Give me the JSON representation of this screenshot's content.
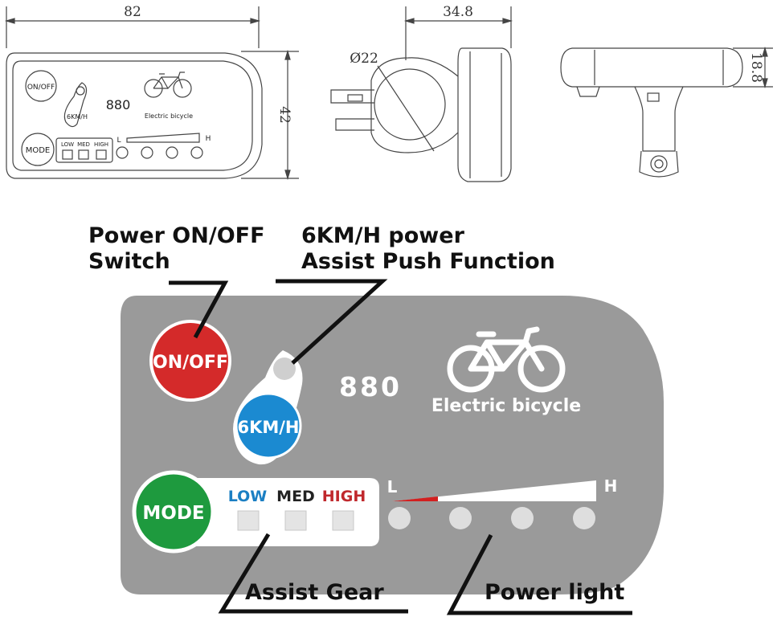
{
  "top_drawing": {
    "width_dim": "82",
    "height_dim": "42",
    "clamp_dim": "Ø22",
    "depth_dim": "34.8",
    "side_height_dim": "18.8",
    "small_panel": {
      "on_off": "ON/OFF",
      "kmh": "6KM/H",
      "mode": "MODE",
      "number": "880",
      "brand": "Electric bicycle",
      "gears": [
        "LOW",
        "MED",
        "HIGH"
      ],
      "l": "L",
      "h": "H"
    }
  },
  "panel": {
    "on_off_label": "ON/OFF",
    "kmh_label": "6KM/H",
    "mode_label": "MODE",
    "number": "880",
    "brand": "Electric bicycle",
    "gear_low": "LOW",
    "gear_med": "MED",
    "gear_high": "HIGH",
    "level_low": "L",
    "level_high": "H"
  },
  "callouts": {
    "power_line1": "Power ON/OFF",
    "power_line2": "Switch",
    "assist_line1": "6KM/H power",
    "assist_line2": "Assist Push Function",
    "gear": "Assist Gear",
    "light": "Power light"
  },
  "colors": {
    "panel_gray": "#9a9a9a",
    "on_off_red": "#d42a2a",
    "kmh_blue": "#1b8ad1",
    "mode_green": "#1e9a3e",
    "low_blue": "#1b7fc3",
    "high_red": "#c0282c",
    "level_red": "#d22020"
  }
}
